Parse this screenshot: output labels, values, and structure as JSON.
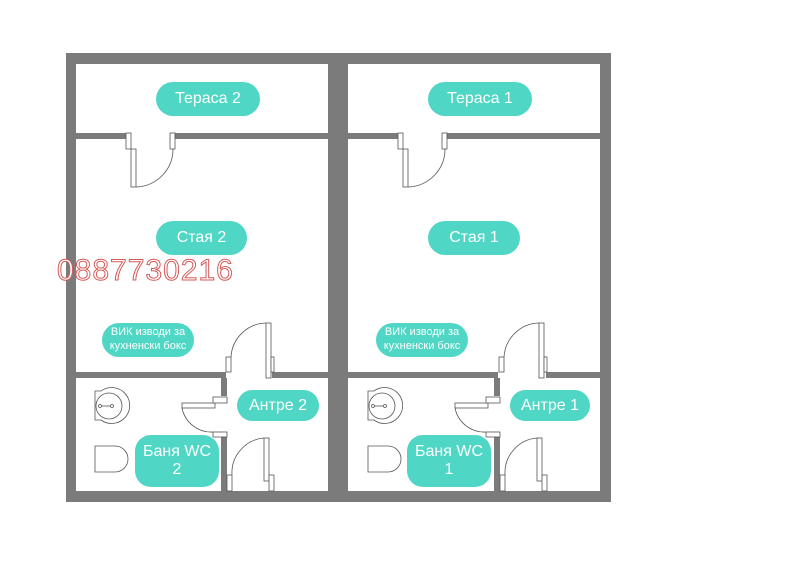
{
  "floor_plan": {
    "units": [
      {
        "id": "unit-2",
        "rooms": {
          "terrace": "Тераса 2",
          "room": "Стая 2",
          "plumbing_note": "ВИК изводи за кухненски бокс",
          "plumbing_note_line1": "ВИК изводи за",
          "plumbing_note_line2": "кухненски бокс",
          "hall": "Антре 2",
          "bath_line1": "Баня WC",
          "bath_line2": "2"
        }
      },
      {
        "id": "unit-1",
        "rooms": {
          "terrace": "Тераса 1",
          "room": "Стая 1",
          "plumbing_note": "ВИК изводи за кухненски бокс",
          "plumbing_note_line1": "ВИК изводи за",
          "plumbing_note_line2": "кухненски бокс",
          "hall": "Антре 1",
          "bath_line1": "Баня WC",
          "bath_line2": "1"
        }
      }
    ],
    "watermark_phone": "0887730216",
    "colors": {
      "wall": "#7b7b7b",
      "label_bg": "#4fd6c4",
      "label_text": "#ffffff",
      "phone_outline": "#d35a5a"
    }
  }
}
